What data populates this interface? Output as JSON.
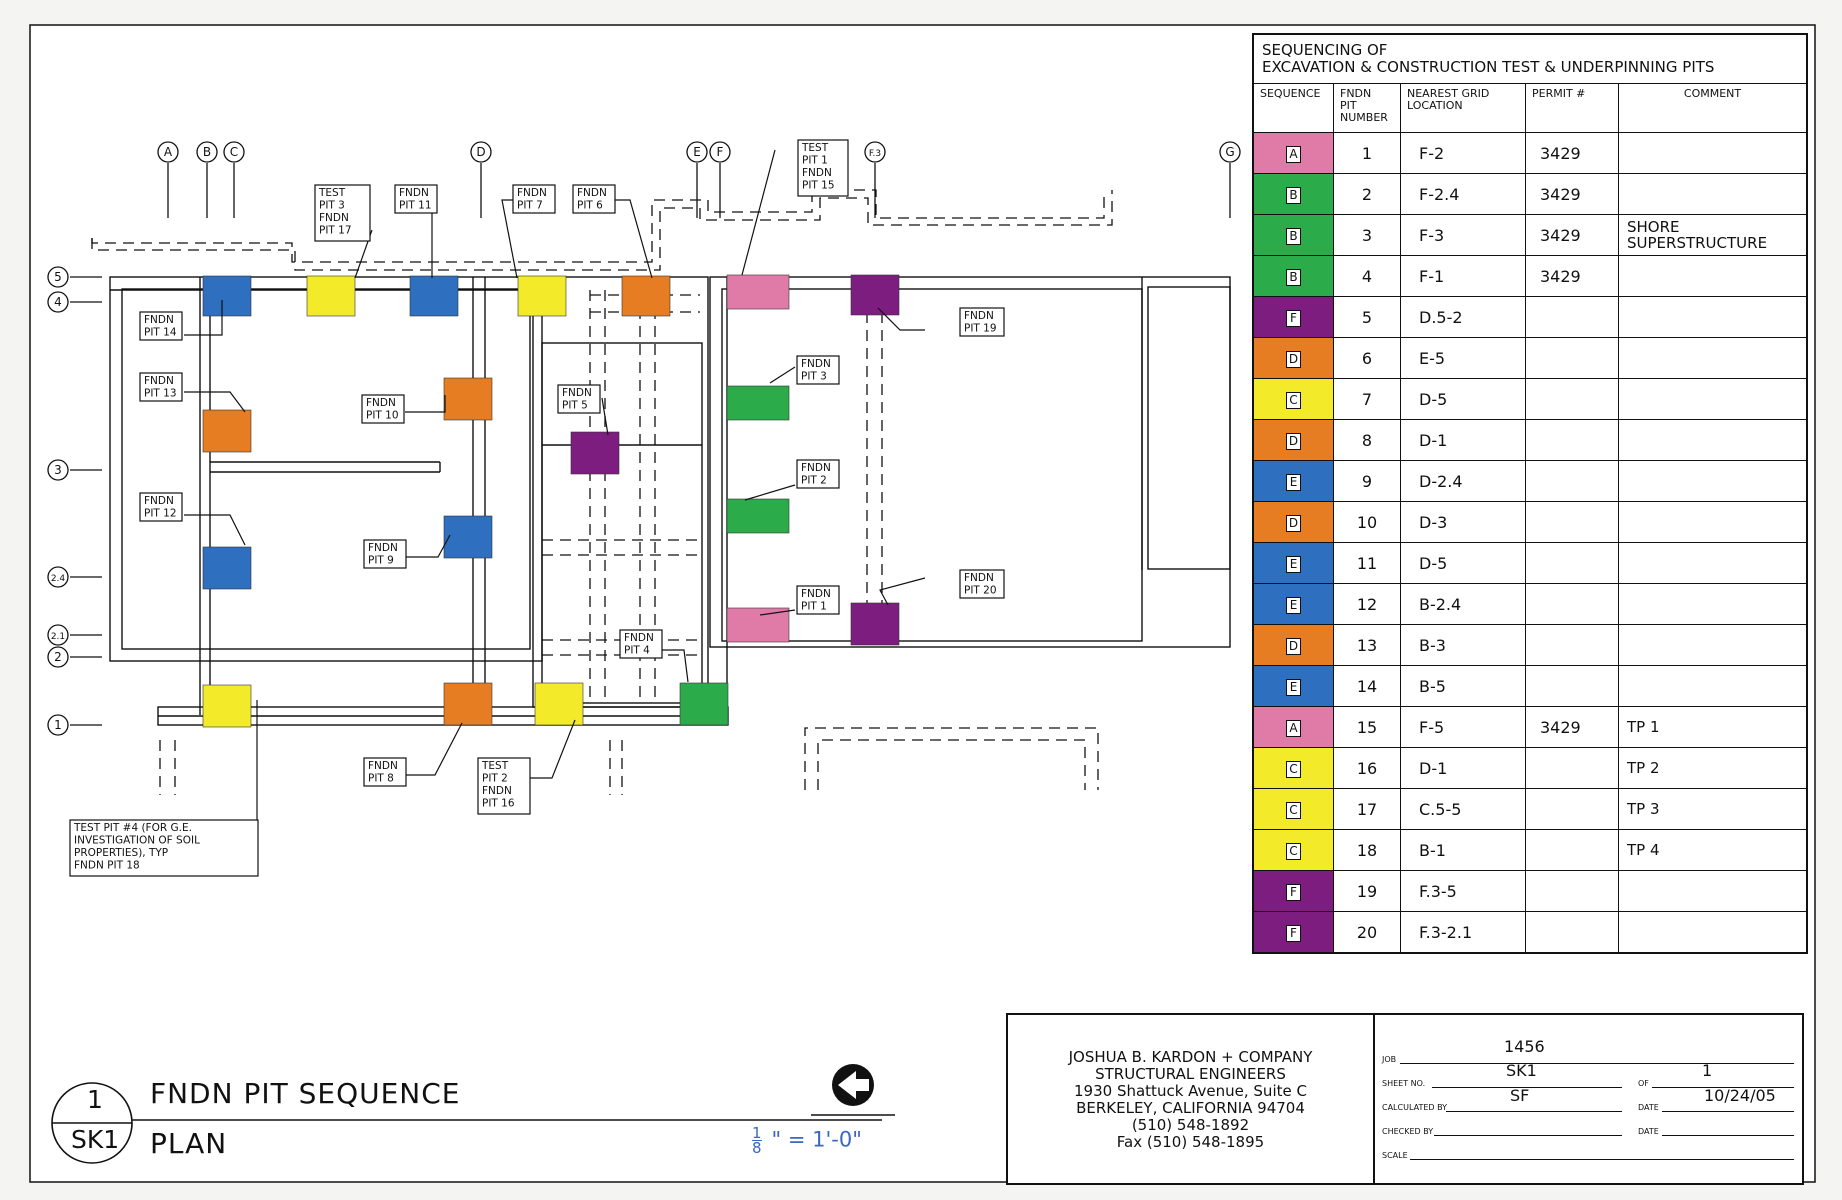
{
  "colors": {
    "A": "#e07ba8",
    "B": "#2bab4a",
    "C": "#f3ea2a",
    "D": "#e77d22",
    "E": "#2f6fc0",
    "F": "#7c1d7f",
    "line": "#111111",
    "scale_blue": "#3a66c4"
  },
  "plan": {
    "title_line1": "FNDN PIT SEQUENCE",
    "title_line2": "PLAN",
    "bubble_number": "1",
    "bubble_sheet": "SK1",
    "scale_num": "1",
    "scale_den": "8",
    "scale_rest": "\" = 1'-0\"",
    "col_grids": [
      "A",
      "B",
      "C",
      "D",
      "E",
      "F",
      "F.3",
      "G"
    ],
    "row_grids": [
      "5",
      "4",
      "3",
      "2.4",
      "2.1",
      "2",
      "1"
    ],
    "labels": {
      "test_pit_3": [
        "TEST",
        "PIT 3",
        "FNDN",
        "PIT 17"
      ],
      "pit_11": [
        "FNDN",
        "PIT 11"
      ],
      "pit_7": [
        "FNDN",
        "PIT 7"
      ],
      "pit_6": [
        "FNDN",
        "PIT 6"
      ],
      "test_pit_1": [
        "TEST",
        "PIT 1",
        "FNDN",
        "PIT 15"
      ],
      "pit_14": [
        "FNDN",
        "PIT 14"
      ],
      "pit_13": [
        "FNDN",
        "PIT 13"
      ],
      "pit_10": [
        "FNDN",
        "PIT 10"
      ],
      "pit_5": [
        "FNDN",
        "PIT 5"
      ],
      "pit_3": [
        "FNDN",
        "PIT 3"
      ],
      "pit_19": [
        "FNDN",
        "PIT 19"
      ],
      "pit_12": [
        "FNDN",
        "PIT 12"
      ],
      "pit_9": [
        "FNDN",
        "PIT 9"
      ],
      "pit_2": [
        "FNDN",
        "PIT 2"
      ],
      "pit_1": [
        "FNDN",
        "PIT 1"
      ],
      "pit_20": [
        "FNDN",
        "PIT 20"
      ],
      "pit_4": [
        "FNDN",
        "PIT 4"
      ],
      "pit_8": [
        "FNDN",
        "PIT 8"
      ],
      "test_pit_2": [
        "TEST",
        "PIT 2",
        "FNDN",
        "PIT 16"
      ],
      "test_pit_4": [
        "TEST PIT #4 (FOR G.E.",
        "INVESTIGATION OF SOIL",
        "PROPERTIES), TYP",
        "FNDN PIT 18"
      ]
    }
  },
  "table": {
    "title_line1": "SEQUENCING OF",
    "title_line2": "EXCAVATION & CONSTRUCTION TEST & UNDERPINNING PITS",
    "headers": {
      "sequence": "SEQUENCE",
      "fndn_1": "FNDN",
      "fndn_2": "PIT",
      "fndn_3": "NUMBER",
      "grid_1": "NEAREST GRID",
      "grid_2": "LOCATION",
      "permit": "PERMIT #",
      "comment": "COMMENT"
    },
    "rows": [
      {
        "seq": "A",
        "num": "1",
        "loc": "F-2",
        "permit": "3429",
        "c1": "",
        "c2": ""
      },
      {
        "seq": "B",
        "num": "2",
        "loc": "F-2.4",
        "permit": "3429",
        "c1": "",
        "c2": ""
      },
      {
        "seq": "B",
        "num": "3",
        "loc": "F-3",
        "permit": "3429",
        "c1": "SHORE",
        "c2": "SUPERSTRUCTURE"
      },
      {
        "seq": "B",
        "num": "4",
        "loc": "F-1",
        "permit": "3429",
        "c1": "",
        "c2": ""
      },
      {
        "seq": "F",
        "num": "5",
        "loc": "D.5-2",
        "permit": "",
        "c1": "",
        "c2": ""
      },
      {
        "seq": "D",
        "num": "6",
        "loc": "E-5",
        "permit": "",
        "c1": "",
        "c2": ""
      },
      {
        "seq": "C",
        "num": "7",
        "loc": "D-5",
        "permit": "",
        "c1": "",
        "c2": ""
      },
      {
        "seq": "D",
        "num": "8",
        "loc": "D-1",
        "permit": "",
        "c1": "",
        "c2": ""
      },
      {
        "seq": "E",
        "num": "9",
        "loc": "D-2.4",
        "permit": "",
        "c1": "",
        "c2": ""
      },
      {
        "seq": "D",
        "num": "10",
        "loc": "D-3",
        "permit": "",
        "c1": "",
        "c2": ""
      },
      {
        "seq": "E",
        "num": "11",
        "loc": "D-5",
        "permit": "",
        "c1": "",
        "c2": ""
      },
      {
        "seq": "E",
        "num": "12",
        "loc": "B-2.4",
        "permit": "",
        "c1": "",
        "c2": ""
      },
      {
        "seq": "D",
        "num": "13",
        "loc": "B-3",
        "permit": "",
        "c1": "",
        "c2": ""
      },
      {
        "seq": "E",
        "num": "14",
        "loc": "B-5",
        "permit": "",
        "c1": "",
        "c2": ""
      },
      {
        "seq": "A",
        "num": "15",
        "loc": "F-5",
        "permit": "3429",
        "c1": "TP 1",
        "c2": ""
      },
      {
        "seq": "C",
        "num": "16",
        "loc": "D-1",
        "permit": "",
        "c1": "TP 2",
        "c2": ""
      },
      {
        "seq": "C",
        "num": "17",
        "loc": "C.5-5",
        "permit": "",
        "c1": "TP 3",
        "c2": ""
      },
      {
        "seq": "C",
        "num": "18",
        "loc": "B-1",
        "permit": "",
        "c1": "TP 4",
        "c2": ""
      },
      {
        "seq": "F",
        "num": "19",
        "loc": "F.3-5",
        "permit": "",
        "c1": "",
        "c2": ""
      },
      {
        "seq": "F",
        "num": "20",
        "loc": "F.3-2.1",
        "permit": "",
        "c1": "",
        "c2": ""
      }
    ]
  },
  "title_block": {
    "firm": [
      "JOSHUA B. KARDON + COMPANY",
      "STRUCTURAL ENGINEERS",
      "1930 Shattuck Avenue, Suite C",
      "BERKELEY, CALIFORNIA 94704",
      "(510) 548-1892",
      "Fax (510) 548-1895"
    ],
    "job_label": "JOB",
    "job": "1456",
    "sheet_label": "SHEET NO.",
    "sheet": "SK1",
    "of_label": "OF",
    "of": "1",
    "calc_label": "CALCULATED BY",
    "calc": "SF",
    "date_label": "DATE",
    "date": "10/24/05",
    "checked_label": "CHECKED BY",
    "date2_label": "DATE",
    "scale_label": "SCALE"
  }
}
